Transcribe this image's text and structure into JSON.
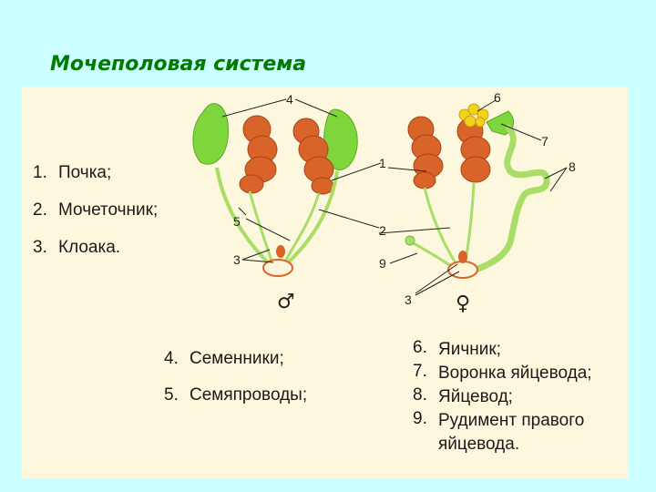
{
  "title": "Мочеполовая система",
  "legend_urinary": [
    {
      "num": "1.",
      "text": "Почка;"
    },
    {
      "num": "2.",
      "text": "Мочеточник;"
    },
    {
      "num": "3.",
      "text": "Клоака."
    }
  ],
  "legend_male": [
    {
      "num": "4.",
      "text": "Семенники;"
    },
    {
      "num": "5.",
      "text": "Семяпроводы;"
    }
  ],
  "legend_female": [
    {
      "num": "6.",
      "text": "Яичник;"
    },
    {
      "num": "7.",
      "text": "Воронка яйцевода;"
    },
    {
      "num": "8.",
      "text": "Яйцевод;"
    },
    {
      "num": "9.",
      "text": "Рудимент правого яйцевода."
    }
  ],
  "diagram_labels": {
    "n1": "1",
    "n2": "2",
    "n3_male": "3",
    "n3_female": "3",
    "n4": "4",
    "n5": "5",
    "n6": "6",
    "n7": "7",
    "n8": "8",
    "n9": "9",
    "male_symbol": "♂",
    "female_symbol": "♀"
  },
  "colors": {
    "background": "#ccffff",
    "panel": "#fdf8dd",
    "title": "#007a00",
    "kidney": "#d8642a",
    "green_organ": "#7fd63c",
    "duct": "#a8de68",
    "ovary": "#f4d21c"
  }
}
